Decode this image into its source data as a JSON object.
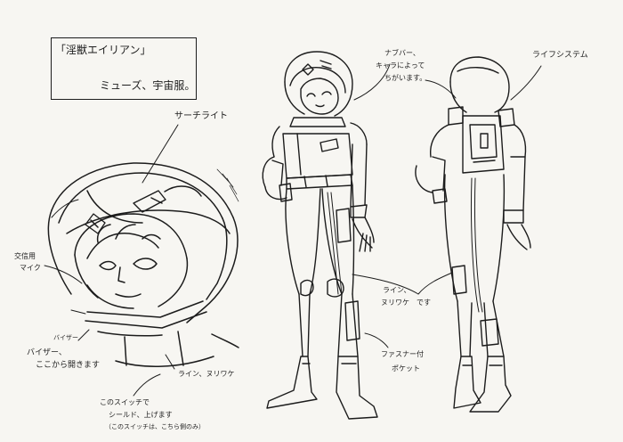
{
  "title": {
    "line1": "「淫獣エイリアン」",
    "line2": "ミューズ、宇宙服。"
  },
  "labels": {
    "searchlight": "サーチライト",
    "visor_note_1": "ナブバー、",
    "visor_note_2": "キャラによって",
    "visor_note_3": "ちがいます。",
    "life_system": "ライフシステム",
    "mic_1": "交信用",
    "mic_2": "マイク",
    "visor_small": "バイザー",
    "visor_open_1": "バイザー、",
    "visor_open_2": "ここから開きます",
    "line_split_collar": "ライン、ヌリワケ",
    "shield_1": "このスイッチで",
    "shield_2": "シールド、上げます",
    "shield_3": "（このスイッチは、こちら側のみ）",
    "line_split_body_1": "ライン、",
    "line_split_body_2": "ヌリワケ　です",
    "zipper_1": "ファスナー付",
    "zipper_2": "ポケット"
  }
}
